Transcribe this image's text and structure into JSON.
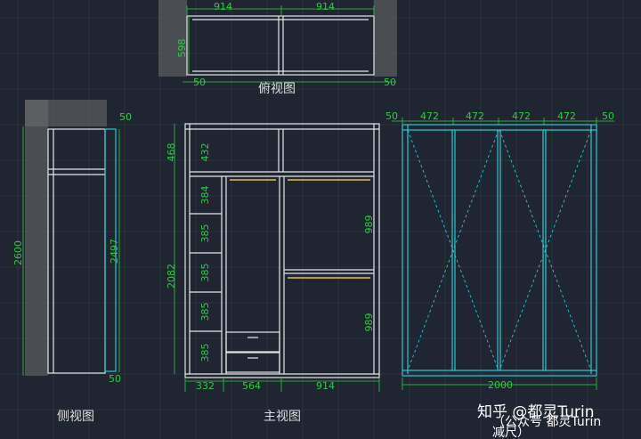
{
  "views": {
    "top": "俯视图",
    "side": "侧视图",
    "front": "主视图"
  },
  "dims": {
    "top_w1": "914",
    "top_w2": "914",
    "top_depth": "598",
    "top_end_l": "50",
    "top_end_r": "50",
    "side_top": "50",
    "side_total": "2600",
    "side_inner": "2497",
    "side_bottom": "50",
    "front_top": "468",
    "front_top_inner": "432",
    "front_body": "2082",
    "shelf_1": "384",
    "shelf_2": "385",
    "shelf_3": "385",
    "shelf_4": "385",
    "shelf_5": "385",
    "hang_upper": "989",
    "hang_lower": "989",
    "front_w1": "332",
    "front_w2": "564",
    "front_w3": "914",
    "door_end_l": "50",
    "door_w1": "472",
    "door_w2": "472",
    "door_w3": "472",
    "door_w4": "472",
    "door_end_r": "50",
    "door_total": "2000"
  },
  "watermark": {
    "line1": "知乎 @都灵Turin",
    "line2": "（公众号 都灵Turin",
    "line3": "减尺）"
  }
}
